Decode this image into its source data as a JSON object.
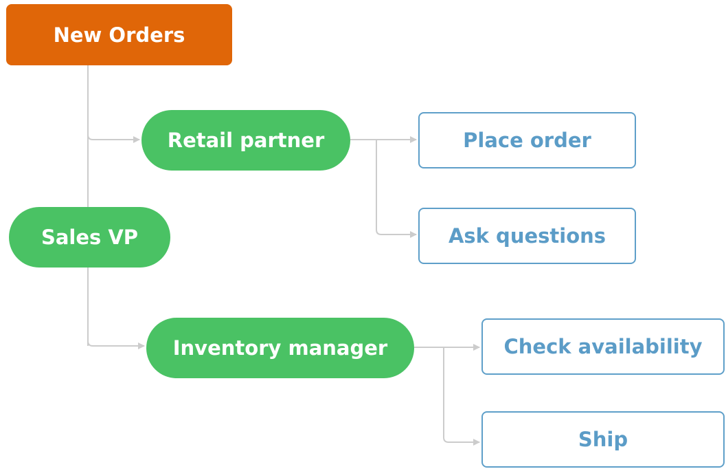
{
  "nodes": {
    "new_orders": "New Orders",
    "sales_vp": "Sales VP",
    "retail_partner": "Retail partner",
    "inventory_manager": "Inventory manager",
    "place_order": "Place order",
    "ask_questions": "Ask questions",
    "check_availability": "Check availability",
    "ship": "Ship"
  },
  "colors": {
    "root_fill": "#e06608",
    "role_fill": "#4ac264",
    "action_border": "#5e9fc9",
    "action_text": "#5b9cc7",
    "connector": "#cccccc"
  }
}
